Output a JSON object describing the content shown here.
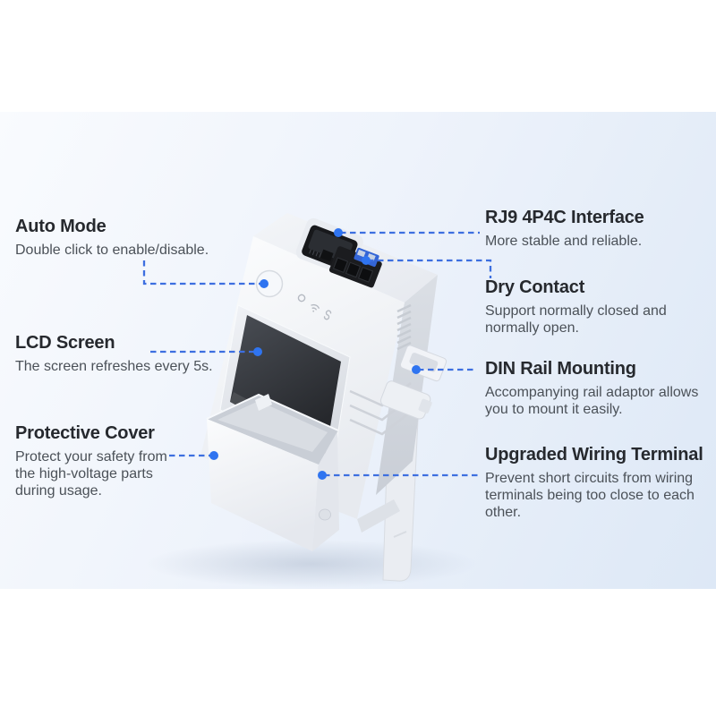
{
  "title": "Smart switch feature infographic",
  "colors": {
    "background_band_start": "#f9fbfe",
    "background_band_end": "#dde8f6",
    "callout_line": "#3d6fe0",
    "callout_dot": "#2f74f0",
    "heading_text": "#26292e",
    "body_text": "#4b5158",
    "device_body": "#f0f2f6",
    "device_screen": "#2a2d32",
    "port_black": "#17181b",
    "connector_blue": "#3465d6"
  },
  "device": {
    "name": "smart-switch-3d-render",
    "parts": [
      "power-button",
      "status-icons",
      "lcd-screen",
      "rj9-port",
      "dry-contact-terminal",
      "vent-slats",
      "din-rail-bracket",
      "wiring-terminal-holes",
      "protective-cover"
    ]
  },
  "callouts": {
    "left": [
      {
        "id": "auto-mode",
        "title": "Auto Mode",
        "lines": [
          "Double click to enable/disable."
        ]
      },
      {
        "id": "lcd-screen",
        "title": "LCD Screen",
        "lines": [
          "The screen refreshes every 5s."
        ]
      },
      {
        "id": "protective-cover",
        "title": "Protective Cover",
        "lines": [
          "Protect your safety from",
          "the high-voltage parts",
          "during usage."
        ]
      }
    ],
    "right": [
      {
        "id": "rj9-interface",
        "title": "RJ9 4P4C Interface",
        "lines": [
          "More stable and reliable."
        ]
      },
      {
        "id": "dry-contact",
        "title": "Dry Contact",
        "lines": [
          "Support normally closed and",
          "normally open."
        ]
      },
      {
        "id": "din-rail",
        "title": "DIN Rail Mounting",
        "lines": [
          "Accompanying rail adaptor allows",
          "you to mount it easily."
        ]
      },
      {
        "id": "wiring-terminal",
        "title": "Upgraded Wiring Terminal",
        "lines": [
          "Prevent short circuits from wiring",
          "terminals being too close to each",
          "other."
        ]
      }
    ]
  }
}
